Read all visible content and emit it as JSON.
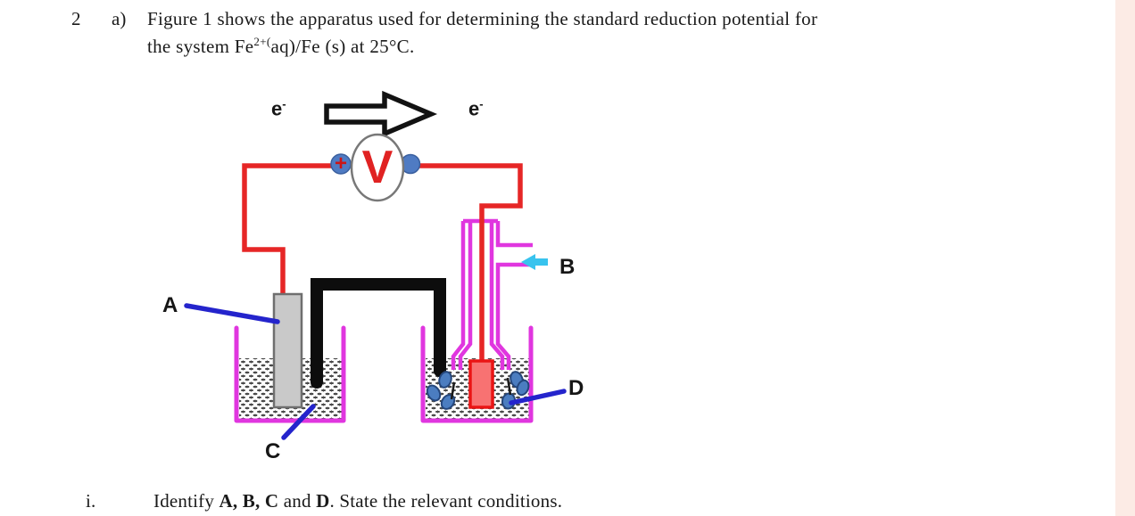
{
  "page": {
    "edge_color": "#fcebe5"
  },
  "question": {
    "number": "2",
    "part_label": "a)",
    "line1": "Figure 1 shows the apparatus used for determining the standard reduction potential for",
    "line2_prefix": "the system Fe",
    "line2_superscript": "2+(",
    "line2_suffix": "aq)/Fe (s) at 25°C."
  },
  "figure": {
    "electron_left": {
      "base": "e",
      "superscript": "-"
    },
    "electron_right": {
      "base": "e",
      "superscript": "-"
    },
    "voltmeter": {
      "label": "V",
      "positive_terminal": "+"
    },
    "labels": {
      "a": "A",
      "b": "B",
      "c": "C",
      "d": "D"
    },
    "colors": {
      "wire": "#e62626",
      "glassware": "#e036df",
      "salt_bridge": "#0d0d0d",
      "terminal": "#4f7bc3",
      "bubble_fill": "#4b7dc0",
      "bubble_stroke": "#25477c",
      "gas_arrow": "#38c3ee",
      "pointer": "#2424cc",
      "electrode_left_fill": "#c9c9c9",
      "electrode_left_stroke": "#6f6f6f",
      "electrode_right_fill": "#f87272",
      "electrode_right_stroke": "#ea1414",
      "voltmeter_text": "#e02222",
      "page_edge": "#fcebe5"
    }
  },
  "sub_question": {
    "numeral": "i.",
    "part1": "Identify ",
    "bold1": "A, B, C",
    "part2": " and ",
    "bold2": "D",
    "part3": ". State the relevant conditions."
  }
}
